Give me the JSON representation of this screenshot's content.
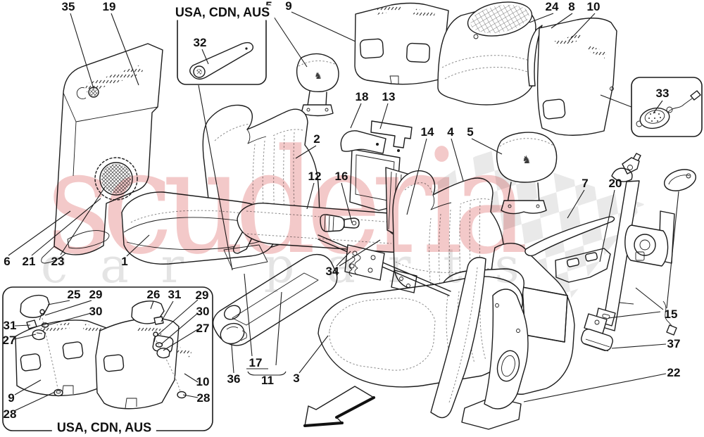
{
  "watermark": {
    "line1": "scuderia",
    "line2": "car parts",
    "red_color": "#f3c9c9",
    "gray_color": "#e4e4e4",
    "checker_color": "#e9e9e9"
  },
  "region_boxes": {
    "top": {
      "label": "USA, CDN, AUS"
    },
    "bottom": {
      "label": "USA, CDN, AUS"
    }
  },
  "icons": {
    "ferrari_horse": "♞"
  },
  "callouts": [
    "35",
    "19",
    "5",
    "9",
    "24",
    "8",
    "10",
    "32",
    "33",
    "18",
    "13",
    "14",
    "4",
    "5",
    "2",
    "12",
    "16",
    "7",
    "20",
    "6",
    "21",
    "23",
    "1",
    "34",
    "17",
    "36",
    "11",
    "3",
    "15",
    "37",
    "22",
    "25",
    "29",
    "30",
    "31",
    "27",
    "9",
    "28",
    "26",
    "31",
    "29",
    "30",
    "27",
    "10",
    "28"
  ]
}
